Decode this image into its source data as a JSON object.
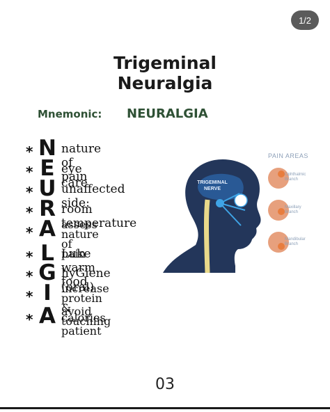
{
  "page_counter": "1/2",
  "title": {
    "line1": "Trigeminal",
    "line2": "Neuralgia"
  },
  "mnemonic": {
    "label": "Mnemonic:",
    "word": "NEURALGIA"
  },
  "items": [
    {
      "letter": "N",
      "text": "nature of pain"
    },
    {
      "letter": "E",
      "text": "eye care"
    },
    {
      "letter": "U",
      "text": "unaffected side:"
    },
    {
      "letter": "R",
      "text": "room temperature"
    },
    {
      "letter": "A",
      "text": "assess nature of pain",
      "line1": "assess nature of",
      "line2": "pain"
    },
    {
      "letter": "L",
      "text": "Luke warm food"
    },
    {
      "letter": "G",
      "text": "hyGiene (oral)"
    },
    {
      "letter": "I",
      "text": "increase protein & calories",
      "line1": "increase protein &",
      "line2": "calories"
    },
    {
      "letter": "A",
      "text": "avoid touching patient",
      "line1": "avoid touching",
      "line2": "patient"
    }
  ],
  "illustration": {
    "nerve_label_1": "TRIGEMINAL",
    "nerve_label_2": "NERVE",
    "areas_label": "PAIN AREAS",
    "branches": [
      {
        "line1": "Ophthalmic",
        "line2": "Branch"
      },
      {
        "line1": "Maxillary",
        "line2": "Branch"
      },
      {
        "line1": "Mandibular",
        "line2": "Branch"
      }
    ],
    "colors": {
      "head": "#23365a",
      "nerve": "#3fa4e6",
      "skin": "#e7a07d",
      "pain": "#e8742e"
    }
  },
  "page_number": "03"
}
